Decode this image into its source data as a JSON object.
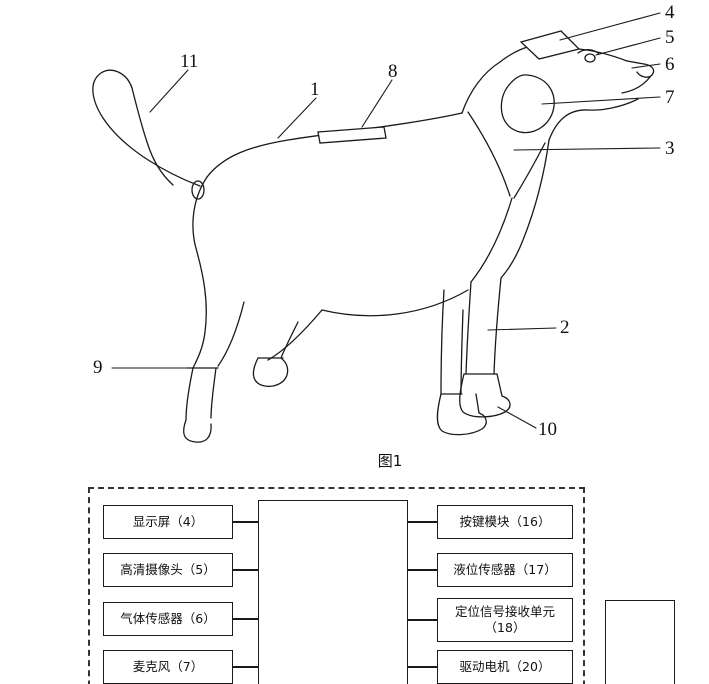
{
  "figure": {
    "caption": "图1",
    "callouts": {
      "c1": "1",
      "c2": "2",
      "c3": "3",
      "c4": "4",
      "c5": "5",
      "c6": "6",
      "c7": "7",
      "c8": "8",
      "c9": "9",
      "c10": "10",
      "c11": "11"
    }
  },
  "diagram": {
    "left_boxes": [
      {
        "label": "显示屏（4）"
      },
      {
        "label": "高清摄像头（5）"
      },
      {
        "label": "气体传感器（6）"
      },
      {
        "label": "麦克风（7）"
      }
    ],
    "right_boxes": [
      {
        "label": "按键模块（16）"
      },
      {
        "label": "液位传感器（17）"
      },
      {
        "label": "定位信号接收单元（18）"
      },
      {
        "label": "驱动电机（20）"
      }
    ],
    "line_color": "#1a1a1a"
  }
}
